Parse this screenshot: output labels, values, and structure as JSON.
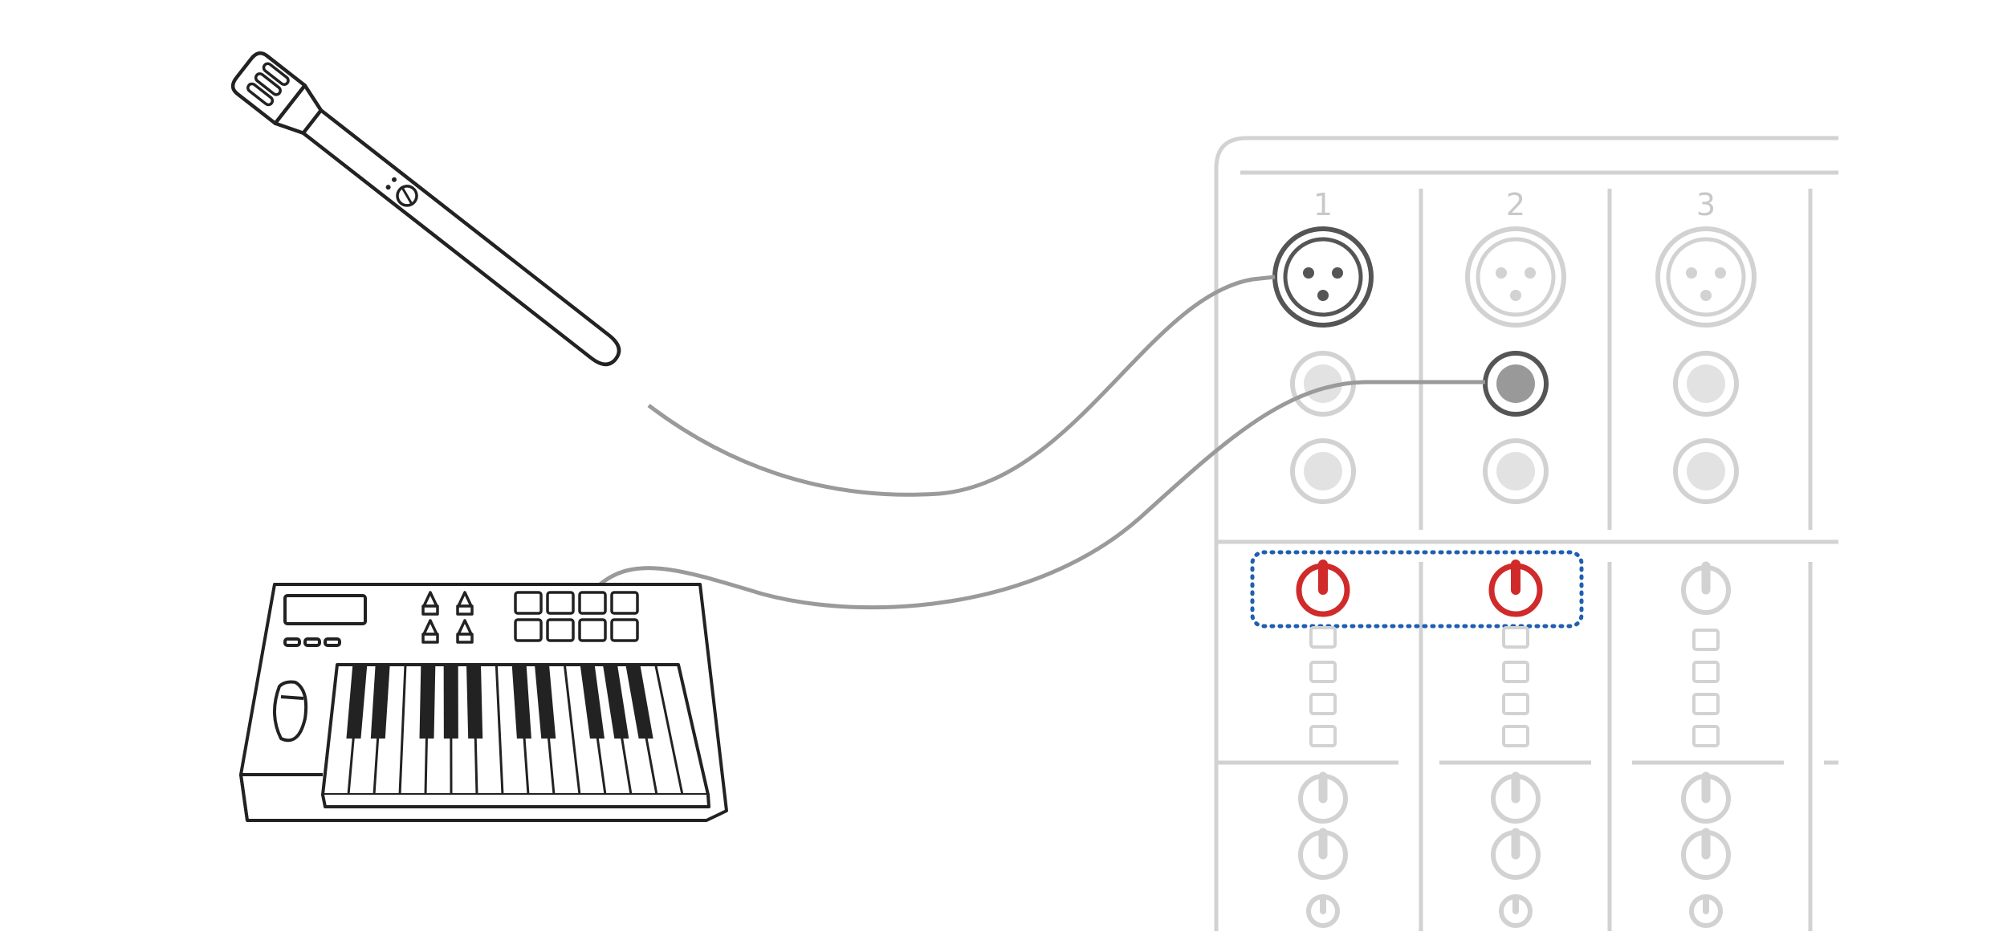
{
  "mixer": {
    "channels": [
      {
        "number": "1",
        "xlr_state": "connected",
        "jack_1_4_state": "empty",
        "jack_lower_state": "empty",
        "gain_knob": "highlighted"
      },
      {
        "number": "2",
        "xlr_state": "empty",
        "jack_1_4_state": "connected",
        "jack_lower_state": "empty",
        "gain_knob": "highlighted"
      },
      {
        "number": "3",
        "xlr_state": "empty",
        "jack_1_4_state": "empty",
        "jack_lower_state": "empty",
        "gain_knob": "normal"
      }
    ],
    "highlight_box": {
      "style": "dotted",
      "covers_channels": [
        "1",
        "2"
      ]
    }
  },
  "devices": {
    "microphone": {
      "icon": "microphone-icon",
      "connected_to_channel": "1",
      "input": "xlr"
    },
    "keyboard": {
      "icon": "midi-keyboard-icon",
      "connected_to_channel": "2",
      "input": "jack"
    }
  },
  "colors": {
    "line_dark": "#222222",
    "mixer_light": "#d2d2d2",
    "cable": "#9a9a9a",
    "highlight_red": "#d02a2a",
    "highlight_box_blue": "#1f5fb0"
  }
}
